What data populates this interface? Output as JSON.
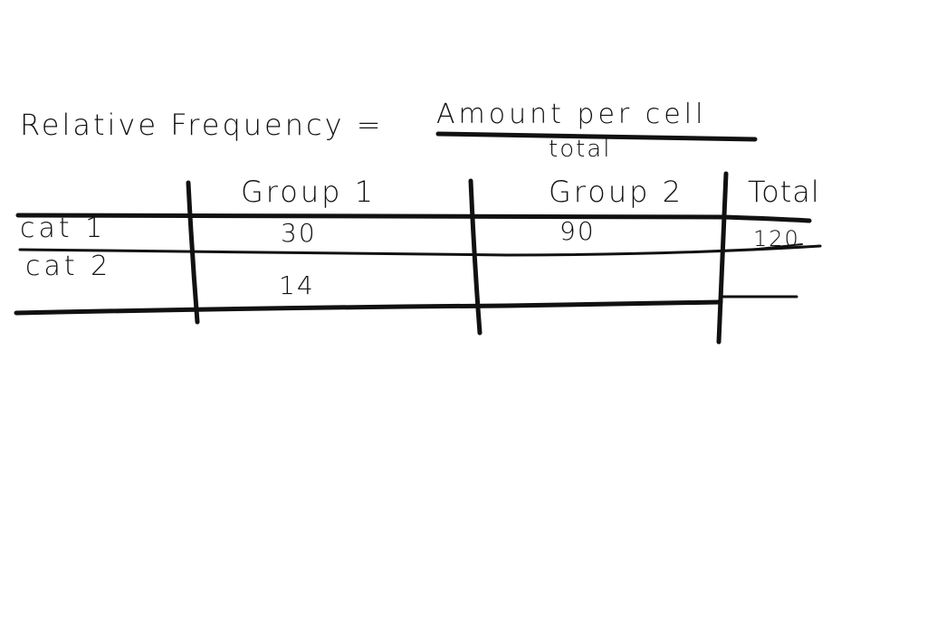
{
  "formula": {
    "lhs": "Relative Frequency =",
    "numerator": "Amount per cell",
    "denominator": "total"
  },
  "table": {
    "columns": [
      "Group 1",
      "Group 2",
      "Total"
    ],
    "rows": [
      {
        "label": "cat 1",
        "cells": [
          "30",
          "90",
          "120"
        ]
      },
      {
        "label": "cat 2",
        "cells": [
          "14",
          "",
          ""
        ]
      }
    ]
  },
  "colors": {
    "ink": "#111111",
    "paper": "#ffffff"
  }
}
